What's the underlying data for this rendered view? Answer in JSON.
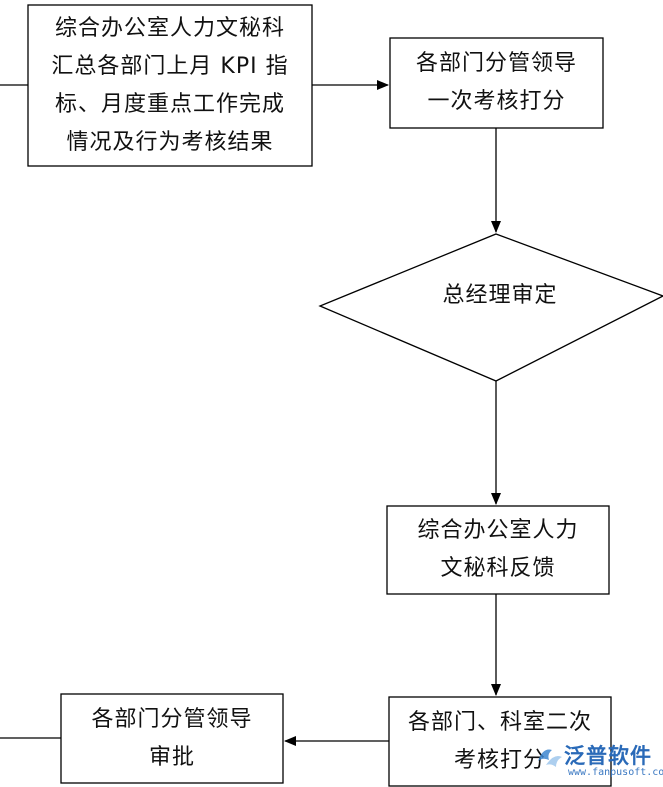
{
  "nodes": {
    "collect": {
      "lines": [
        "综合办公室人力文秘科",
        "汇总各部门上月 KPI 指",
        "标、月度重点工作完成",
        "情况及行为考核结果"
      ]
    },
    "first_score": {
      "lines": [
        "各部门分管领导",
        "一次考核打分"
      ]
    },
    "gm_review": {
      "lines": [
        "总经理审定"
      ]
    },
    "feedback": {
      "lines": [
        "综合办公室人力",
        "文秘科反馈"
      ]
    },
    "second_score": {
      "lines": [
        "各部门、科室二次",
        "考核打分"
      ]
    },
    "approve": {
      "lines": [
        "各部门分管领导",
        "审批"
      ]
    }
  },
  "watermark": {
    "brand": "泛普软件",
    "url": "www.fanpusoft.com"
  },
  "colors": {
    "stroke": "#000000",
    "text": "#111111",
    "watermark": "#2a6ab8"
  }
}
